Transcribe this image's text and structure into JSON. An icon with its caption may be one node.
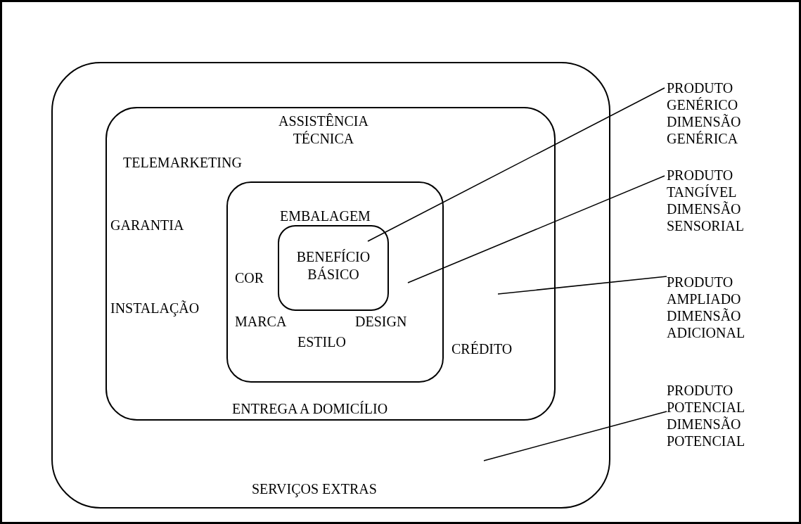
{
  "diagram": {
    "nodes": [
      {
        "text": [
          "SERVIÇOS EXTRAS"
        ]
      },
      {
        "text": [
          "ASSISTÊNCIA TÉCNICA",
          "TELEMARKETING",
          "GARANTIA",
          "INSTALAÇÃO",
          "CRÉDITO",
          "ENTREGA A DOMICÍLIO"
        ],
        "in": 0
      },
      {
        "text": [
          "EMBALAGEM",
          "COR",
          "MARCA",
          "DESIGN",
          "ESTILO"
        ],
        "in": 1
      },
      {
        "text": [
          "BENEFÍCIO BÁSICO"
        ],
        "in": 2
      },
      {
        "text": [
          "PRODUTO GENÉRICO DIMENSÃO GENÉRICA"
        ]
      },
      {
        "text": [
          "PRODUTO TANGÍVEL DIMENSÃO SENSORIAL"
        ]
      },
      {
        "text": [
          "PRODUTO AMPLIADO DIMENSÃO ADICIONAL"
        ]
      },
      {
        "text": [
          "PRODUTO POTENCIAL DIMENSÃO POTENCIAL"
        ]
      }
    ],
    "edges": [
      {
        "from": 4,
        "to": 3,
        "arrow": "none"
      },
      {
        "from": 5,
        "to": 2,
        "arrow": "none"
      },
      {
        "from": 6,
        "to": 1,
        "arrow": "none"
      },
      {
        "from": 7,
        "to": 0,
        "arrow": "none"
      }
    ]
  }
}
